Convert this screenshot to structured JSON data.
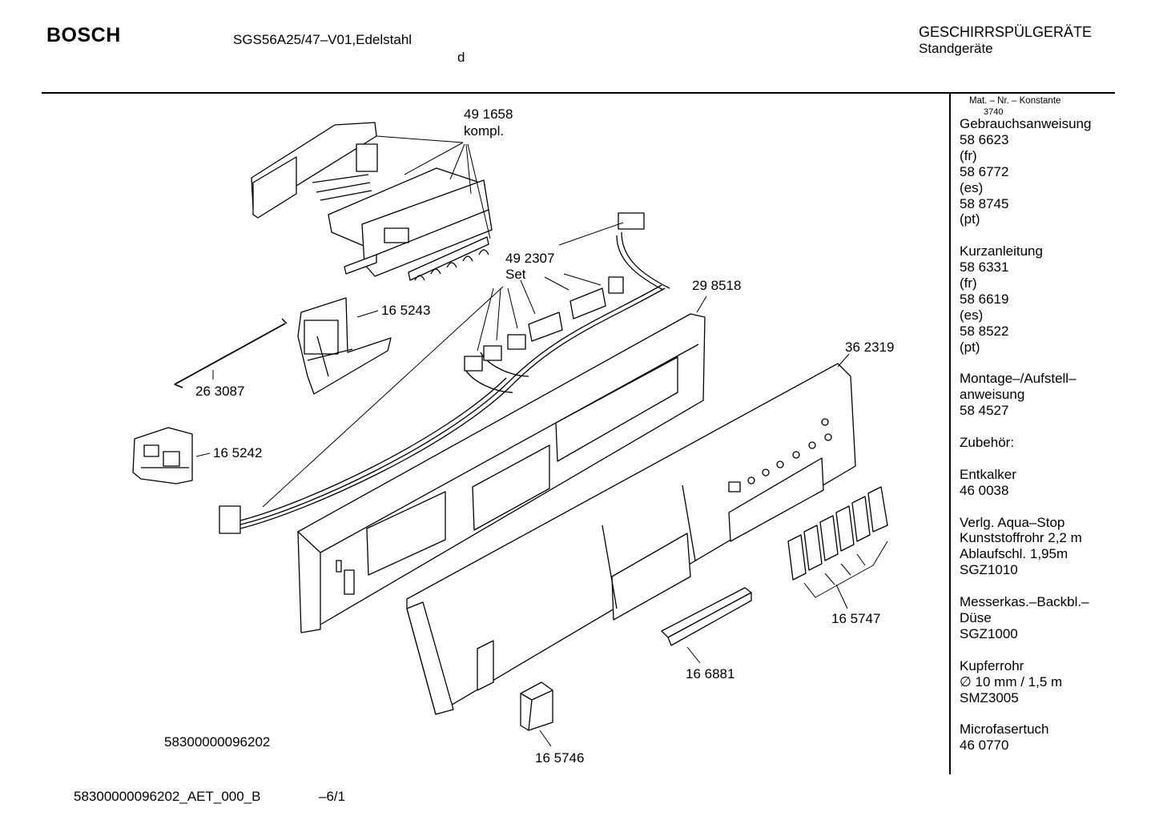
{
  "header": {
    "brand": "BOSCH",
    "model": "SGS56A25/47–V01,Edelstahl",
    "language": "d",
    "category": "GESCHIRRSPÜLGERÄTE",
    "subcategory": "Standgeräte"
  },
  "sidebar": {
    "matnr_label": "Mat. – Nr. – Konstante",
    "konstante": "3740",
    "lines": [
      "Gebrauchsanweisung",
      "58 6623",
      "(fr)",
      "58 6772",
      "(es)",
      "58 8745",
      "(pt)",
      "",
      "Kurzanleitung",
      "58 6331",
      "(fr)",
      "58 6619",
      "(es)",
      "58 8522",
      "(pt)",
      "",
      "Montage–/Aufstell–",
      "anweisung",
      "58 4527",
      "",
      "Zubehör:",
      "",
      "Entkalker",
      "46 0038",
      "",
      "Verlg. Aqua–Stop",
      "Kunststoffrohr 2,2 m",
      "Ablaufschl. 1,95m",
      "SGZ1010",
      "",
      "Messerkas.–Backbl.–",
      "Düse",
      "SGZ1000",
      "",
      "Kupferrohr",
      "∅ 10 mm / 1,5 m",
      "SMZ3005",
      "",
      "Microfasertuch",
      "46 0770"
    ]
  },
  "parts": {
    "p491658": "49 1658",
    "p491658_sub": "kompl.",
    "p492307": "49 2307",
    "p492307_sub": "Set",
    "p298518": "29 8518",
    "p165243": "16 5243",
    "p263087": "26 3087",
    "p165242": "16 5242",
    "p362319": "36 2319",
    "p165747": "16 5747",
    "p166881": "16 6881",
    "p165746": "16 5746"
  },
  "document_number": "58300000096202",
  "footer": {
    "file": "58300000096202_AET_000_B",
    "page": "–6/1"
  }
}
